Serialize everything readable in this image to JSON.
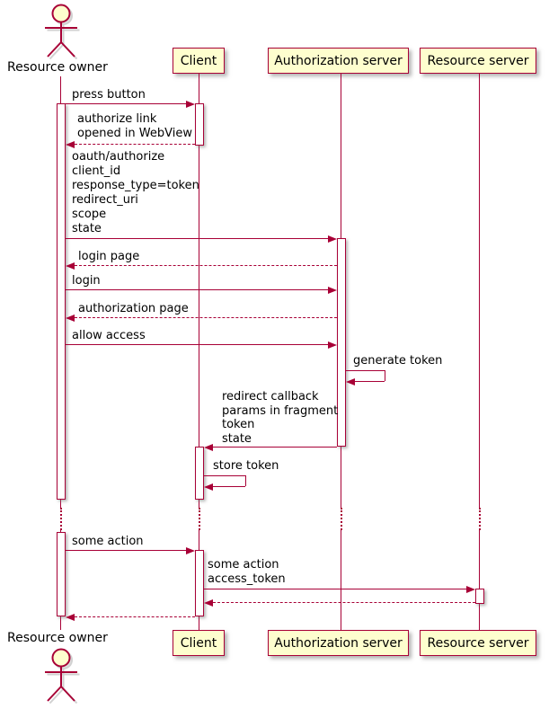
{
  "colors": {
    "line": "#A80036",
    "box_fill": "#FEFECE",
    "text": "#000000"
  },
  "actor": {
    "label": "Resource owner"
  },
  "participants": [
    {
      "label": "Client"
    },
    {
      "label": "Authorization server"
    },
    {
      "label": "Resource server"
    }
  ],
  "messages": {
    "press_button": "press button",
    "authorize_link": [
      "authorize link",
      "opened in WebView"
    ],
    "oauth_request": [
      "oauth/authorize",
      "client_id",
      "response_type=token",
      "redirect_uri",
      "scope",
      "state"
    ],
    "login_page": "login page",
    "login": "login",
    "authorization_page": "authorization page",
    "allow_access": "allow access",
    "generate_token": "generate token",
    "redirect_callback": [
      "redirect callback",
      "params in fragment",
      "token",
      "state"
    ],
    "store_token": "store token",
    "some_action": "some action",
    "api_call": [
      "some action",
      "access_token"
    ]
  }
}
